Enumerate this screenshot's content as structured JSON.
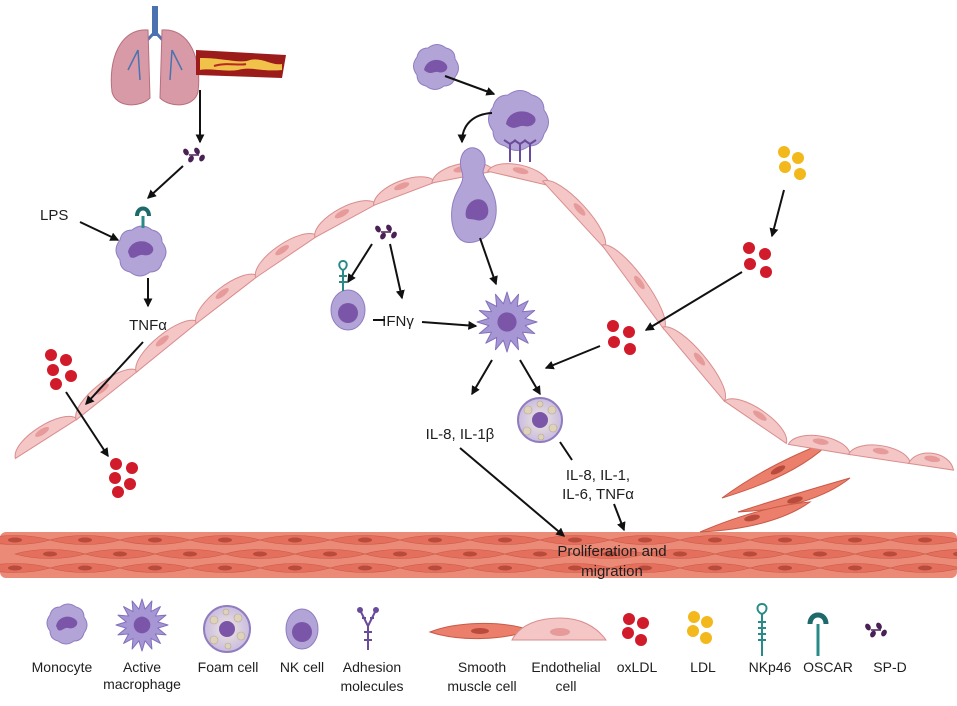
{
  "labels": {
    "lps": "LPS",
    "tnfa": "TNFα",
    "ifng": "IFNγ",
    "il8_il1b": "IL-8, IL-1β",
    "cytokines_line1": "IL-8, IL-1,",
    "cytokines_line2": "IL-6, TNFα",
    "prolif_line1": "Proliferation and",
    "prolif_line2": "migration"
  },
  "legend": {
    "monocyte": [
      "Monocyte"
    ],
    "active_macrophage": [
      "Active",
      "macrophage"
    ],
    "foam_cell": [
      "Foam cell"
    ],
    "nk_cell": [
      "NK cell"
    ],
    "adhesion_molecules": [
      "Adhesion",
      "molecules"
    ],
    "smooth_muscle_cell": [
      "Smooth",
      "muscle cell"
    ],
    "endothelial_cell": [
      "Endothelial",
      "cell"
    ],
    "oxldl": [
      "oxLDL"
    ],
    "ldl": [
      "LDL"
    ],
    "nkp46": [
      "NKp46"
    ],
    "oscar": [
      "OSCAR"
    ],
    "spd": [
      "SP-D"
    ]
  },
  "colors": {
    "monocyte_fill": "#b3a4d8",
    "monocyte_nucleus": "#7b56a8",
    "oxldl": "#d11a2a",
    "ldl": "#f2b81c",
    "endothelial": "#f4c6c6",
    "endothelial_stroke": "#d98d8d",
    "smooth_muscle": "#e97865",
    "spd": "#4a2155",
    "receptor": "#2a8a8a"
  }
}
